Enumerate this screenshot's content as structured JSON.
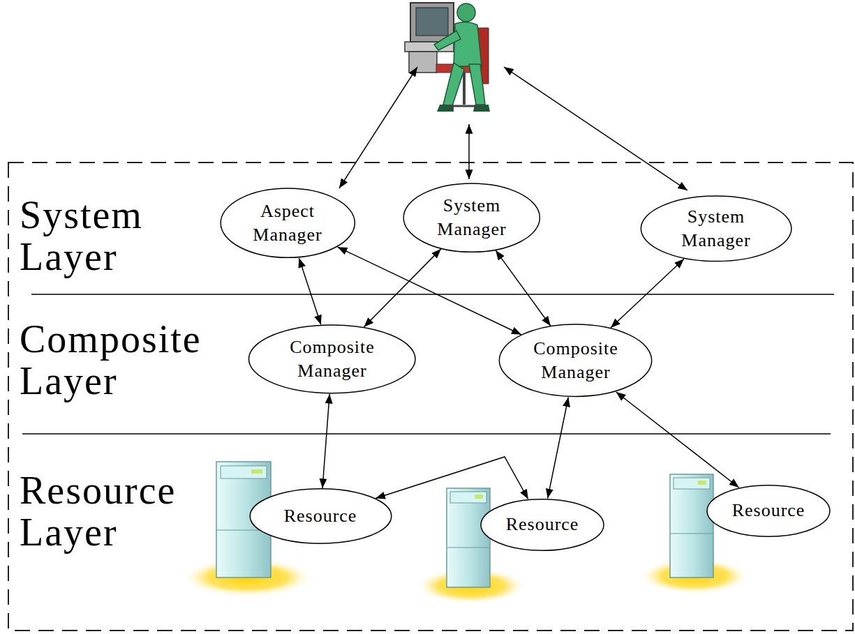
{
  "diagram": {
    "nodes": [
      {
        "text": [
          "System Layer"
        ]
      },
      {
        "text": [
          "Aspect Manager"
        ],
        "in": 0
      },
      {
        "text": [
          "System Manager"
        ],
        "in": 0
      },
      {
        "text": [
          "System Manager"
        ],
        "in": 0
      },
      {
        "text": [
          "Composite Layer"
        ]
      },
      {
        "text": [
          "Composite Manager"
        ],
        "in": 4
      },
      {
        "text": [
          "Composite Manager"
        ],
        "in": 4
      },
      {
        "text": [
          "Resource Layer"
        ]
      },
      {
        "text": [
          "Resource"
        ],
        "in": 7
      },
      {
        "text": [
          "Resource"
        ],
        "in": 7
      },
      {
        "text": [
          "Resource"
        ],
        "in": 7
      }
    ],
    "edges": [
      {
        "from": 1,
        "to": 5,
        "arrow": "both"
      },
      {
        "from": 1,
        "to": 6,
        "arrow": "both"
      },
      {
        "from": 2,
        "to": 5,
        "arrow": "both"
      },
      {
        "from": 2,
        "to": 6,
        "arrow": "both"
      },
      {
        "from": 3,
        "to": 6,
        "arrow": "both"
      },
      {
        "from": 5,
        "to": 8,
        "arrow": "both"
      },
      {
        "from": 6,
        "to": 9,
        "arrow": "both"
      },
      {
        "from": 6,
        "to": 10,
        "arrow": "both"
      },
      {
        "from": 8,
        "to": 9,
        "arrow": "both"
      }
    ]
  }
}
